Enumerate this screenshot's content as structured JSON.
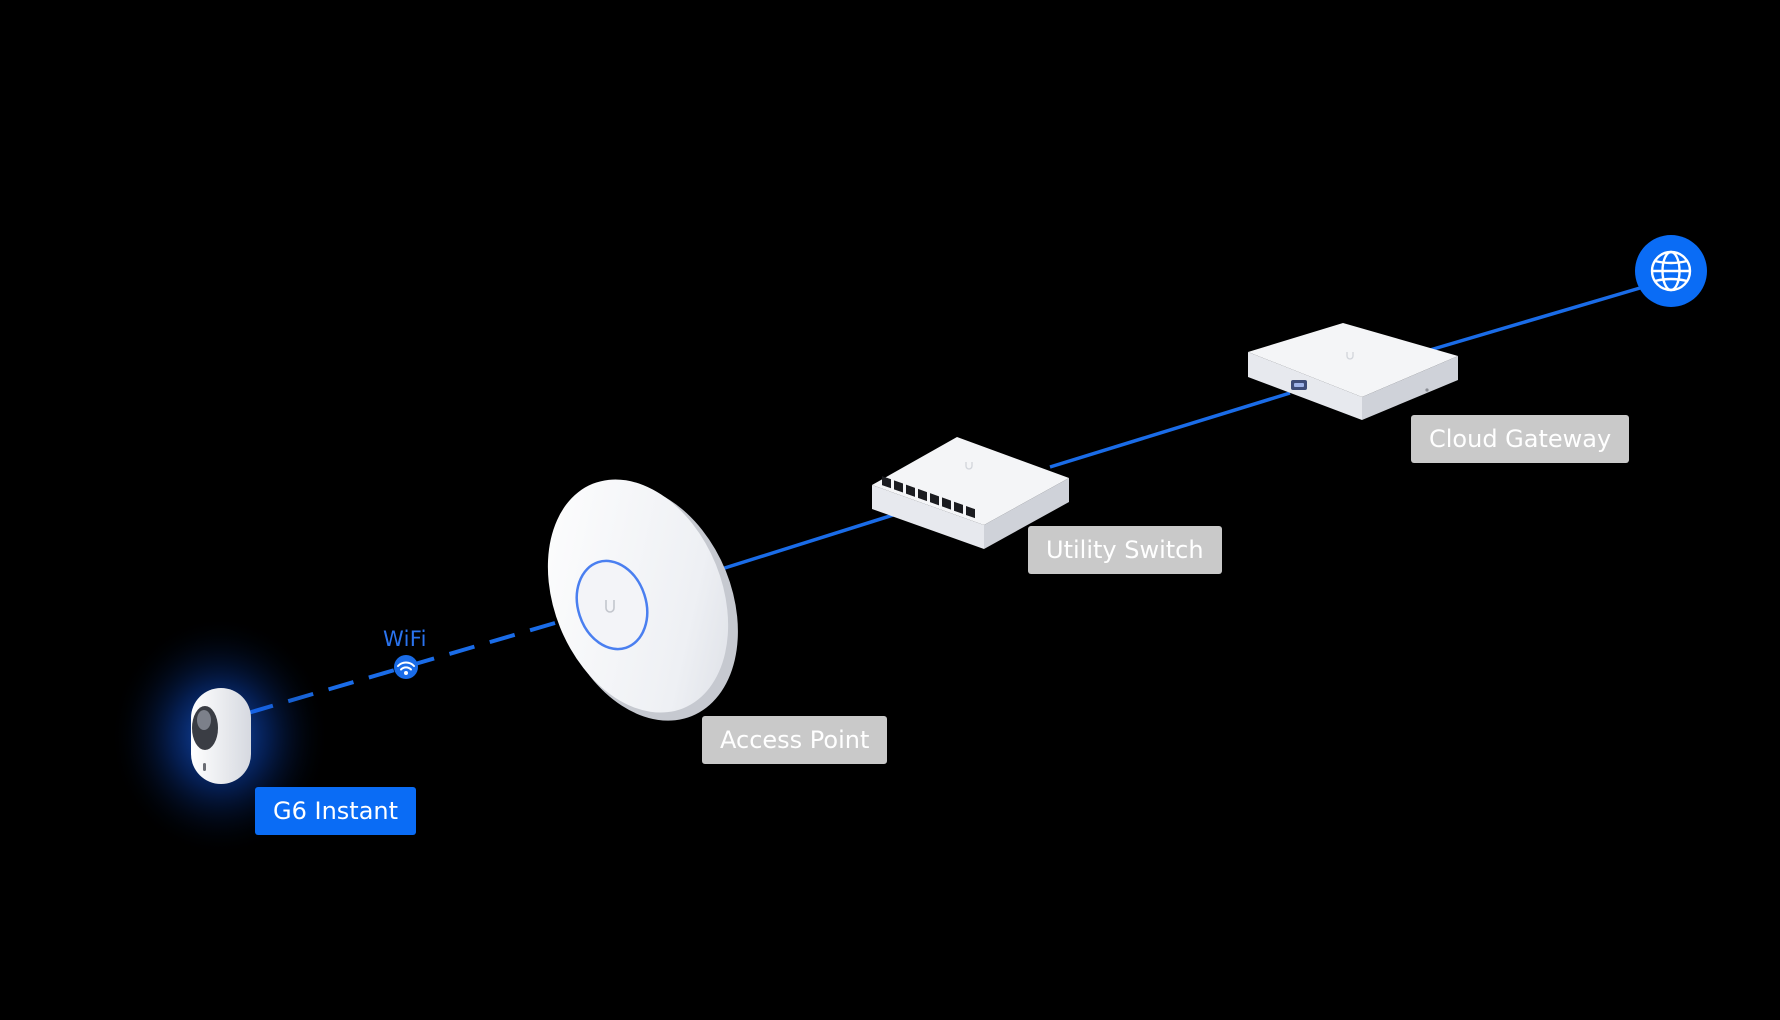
{
  "diagram": {
    "wifi_label": "WiFi",
    "devices": {
      "camera": {
        "label": "G6 Instant",
        "style": "highlighted"
      },
      "access_point": {
        "label": "Access Point"
      },
      "utility_switch": {
        "label": "Utility Switch"
      },
      "cloud_gateway": {
        "label": "Cloud Gateway"
      },
      "internet": {
        "icon": "globe-icon"
      }
    },
    "links": [
      {
        "from": "camera",
        "to": "access_point",
        "type": "wireless"
      },
      {
        "from": "access_point",
        "to": "utility_switch",
        "type": "wired"
      },
      {
        "from": "utility_switch",
        "to": "cloud_gateway",
        "type": "wired"
      },
      {
        "from": "cloud_gateway",
        "to": "internet",
        "type": "wired"
      }
    ]
  },
  "colors": {
    "background": "#000000",
    "link": "#1a6ce8",
    "accent": "#0a6cf5",
    "label_grey": "#c9c9c9",
    "label_text": "#ffffff",
    "device_white": "#f3f4f7"
  }
}
